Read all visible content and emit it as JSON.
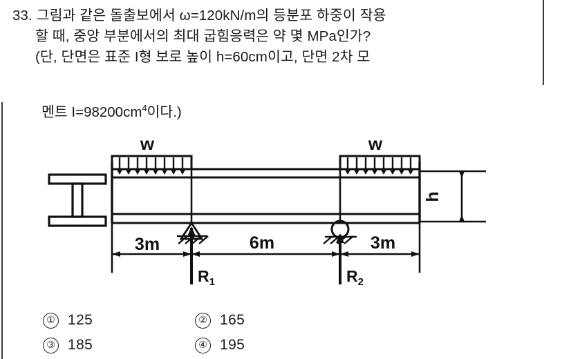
{
  "question": {
    "number": "33.",
    "lines": [
      "그림과 같은 돌출보에서 ω=120kN/m의 등분포 하중이 작용",
      "할 때, 중앙 부분에서의 최대 굽힘응력은 약 몇 MPa인가?",
      "(단, 단면은 표준 I형 보로 높이 h=60cm이고, 단면 2차 모"
    ],
    "continuation_prefix": "멘트 I=98200cm",
    "continuation_superscript": "4",
    "continuation_suffix": "이다.)"
  },
  "figure": {
    "load_label_left": "w",
    "load_label_right": "w",
    "height_label": "h",
    "reaction_left": "R",
    "reaction_left_sub": "1",
    "reaction_right": "R",
    "reaction_right_sub": "2",
    "dimension_left": "3m",
    "dimension_middle": "6m",
    "dimension_right": "3m",
    "section_name": "i-beam-cross-section",
    "support_left_type": "pinned-support",
    "support_right_type": "roller-support",
    "line_color": "#111111"
  },
  "choices": [
    {
      "marker": "①",
      "text": "125"
    },
    {
      "marker": "②",
      "text": "165"
    },
    {
      "marker": "③",
      "text": "185"
    },
    {
      "marker": "④",
      "text": "195"
    }
  ]
}
